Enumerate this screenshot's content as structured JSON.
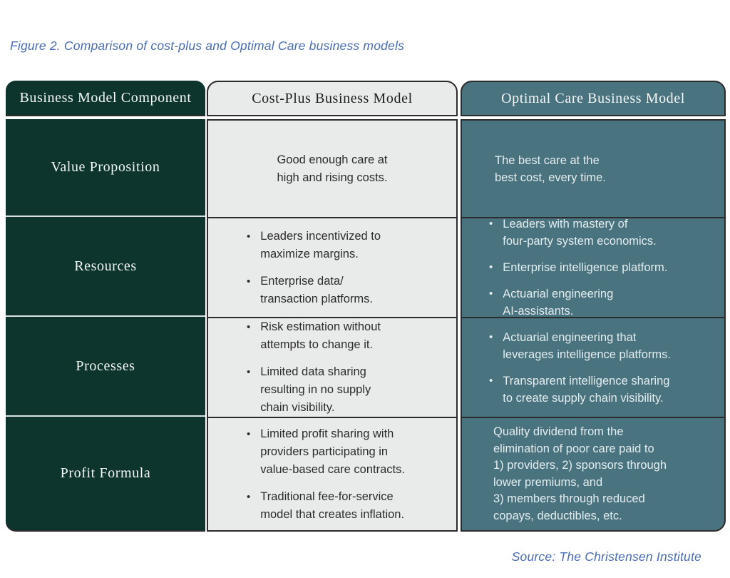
{
  "title": "Figure 2. Comparison of cost-plus and Optimal Care business models",
  "source": "Source: The Christensen Institute",
  "glyphs": {
    "bullet": "•"
  },
  "colors": {
    "dark_green": "#0d342d",
    "teal": "#4a7380",
    "light_gray": "#e9eaea",
    "border": "#2b2b2b",
    "accent_blue": "#4a6cb4"
  },
  "table": {
    "columns": [
      {
        "header": "Business Model Component"
      },
      {
        "header": "Cost-Plus Business Model"
      },
      {
        "header": "Optimal Care Business Model"
      }
    ],
    "rows": [
      {
        "component": "Value Proposition",
        "cost_plus": {
          "text": "Good enough care at\nhigh and rising costs."
        },
        "optimal": {
          "text": "The best care at the\nbest cost, every time."
        }
      },
      {
        "component": "Resources",
        "cost_plus": {
          "bullets": [
            "Leaders incentivized to\nmaximize margins.",
            "Enterprise data/\ntransaction platforms."
          ]
        },
        "optimal": {
          "bullets": [
            "Leaders with mastery of\nfour-party system economics.",
            "Enterprise intelligence platform.",
            "Actuarial engineering\nAI-assistants."
          ]
        }
      },
      {
        "component": "Processes",
        "cost_plus": {
          "bullets": [
            "Risk estimation without\nattempts to change it.",
            "Limited data sharing\nresulting in no supply\nchain visibility."
          ]
        },
        "optimal": {
          "bullets": [
            "Actuarial engineering that\nleverages intelligence platforms.",
            "Transparent intelligence sharing\nto create supply chain visibility."
          ]
        }
      },
      {
        "component": "Profit Formula",
        "cost_plus": {
          "bullets": [
            "Limited profit sharing with\nproviders participating in\nvalue-based care contracts.",
            "Traditional fee-for-service\nmodel that creates inflation."
          ]
        },
        "optimal": {
          "text": "Quality dividend from the\nelimination of poor care paid to\n1) providers, 2) sponsors through\nlower premiums, and\n3) members through reduced\ncopays, deductibles, etc."
        }
      }
    ]
  }
}
